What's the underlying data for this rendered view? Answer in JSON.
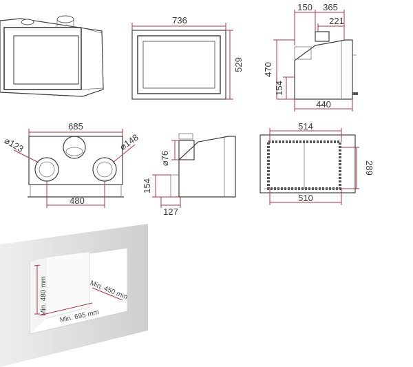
{
  "views": {
    "perspective": {},
    "front": {
      "width": "736",
      "height": "529"
    },
    "side_top": {
      "a": "150",
      "b": "365",
      "c": "221",
      "d": "470",
      "e": "154",
      "f": "440"
    },
    "rear": {
      "width": "685",
      "d1": "⌀123",
      "d2": "⌀148",
      "bottom": "480"
    },
    "side_small": {
      "diam": "⌀76",
      "h": "154",
      "w": "127"
    },
    "top_section": {
      "top": "514",
      "right": "289",
      "bottom": "510"
    }
  },
  "niche": {
    "height_label": "Min. 480 mm",
    "depth_label": "Min. 450 mm",
    "width_label": "Min. 695 mm"
  },
  "colors": {
    "dimension": "#b5303e",
    "outline": "#3f3f3f",
    "wall": "#d9d9d9"
  }
}
